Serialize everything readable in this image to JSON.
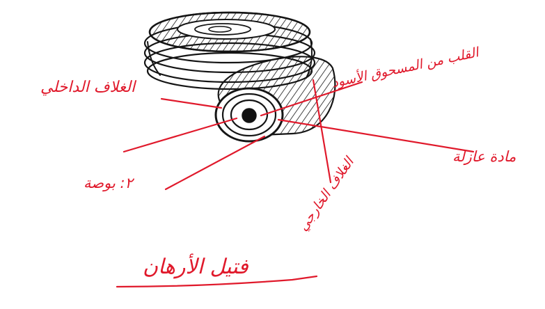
{
  "diagram": {
    "title": "فتيل الأرهان",
    "labels": {
      "inner_sheath": "الغلاف الداخلي",
      "core": "القلب من المسحوق الأسود",
      "insulating_material": "مادة عازلة",
      "outer_sheath": "الغلاف الخارجي",
      "bottom_left": "٢: بوصة"
    },
    "colors": {
      "ink": "#e0192b",
      "drawing": "#151515",
      "background": "#ffffff"
    }
  }
}
